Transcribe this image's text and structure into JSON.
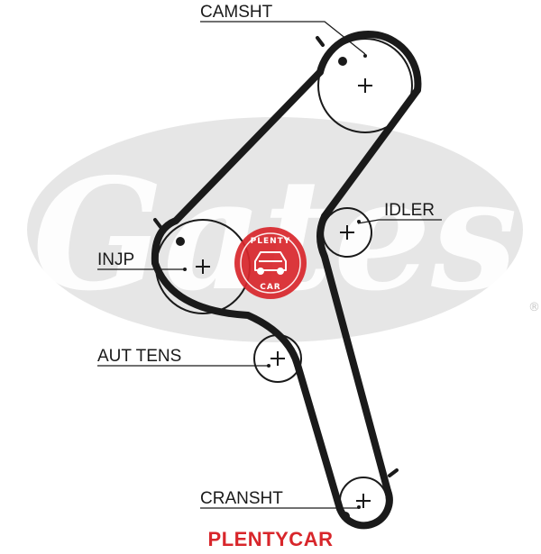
{
  "diagram": {
    "labels": {
      "camshaft": "CAMSHT",
      "idler": "IDLER",
      "injection_pump": "INJP",
      "auto_tensioner": "AUT TENS",
      "crankshaft": "CRANSHT"
    }
  },
  "watermark": {
    "background_logo_text": "Gates",
    "badge_top_text": "PLENTY",
    "badge_bottom_text": "CAR",
    "brand_footer": "PLENTYCAR"
  },
  "colors": {
    "belt": "#1a1a1a",
    "pulley_stroke": "#1a1a1a",
    "logo_gray": "#e6e6e6",
    "brand_red": "#d8262b"
  }
}
